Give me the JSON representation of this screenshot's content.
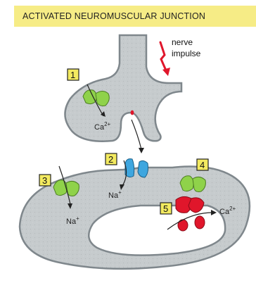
{
  "title": "ACTIVATED NEUROMUSCULAR JUNCTION",
  "labels": {
    "nerve": "nerve",
    "impulse": "impulse",
    "step1": "1",
    "step2": "2",
    "step3": "3",
    "step4": "4",
    "step5": "5",
    "ca_top": "Ca",
    "ca_top_sup": "2+",
    "na_channel": "Na",
    "na_channel_sup": "+",
    "na_left": "Na",
    "na_left_sup": "+",
    "ca_right": "Ca",
    "ca_right_sup": "2+"
  },
  "colors": {
    "title_bar": "#f6ec86",
    "membrane": "#7f878c",
    "cytoplasm": "#c9ced0",
    "green_channel": "#8fd24a",
    "blue_channel": "#3ea6df",
    "red_channel": "#e0162b",
    "arrow_red": "#e0162b",
    "number_box": "#f3ea60"
  }
}
